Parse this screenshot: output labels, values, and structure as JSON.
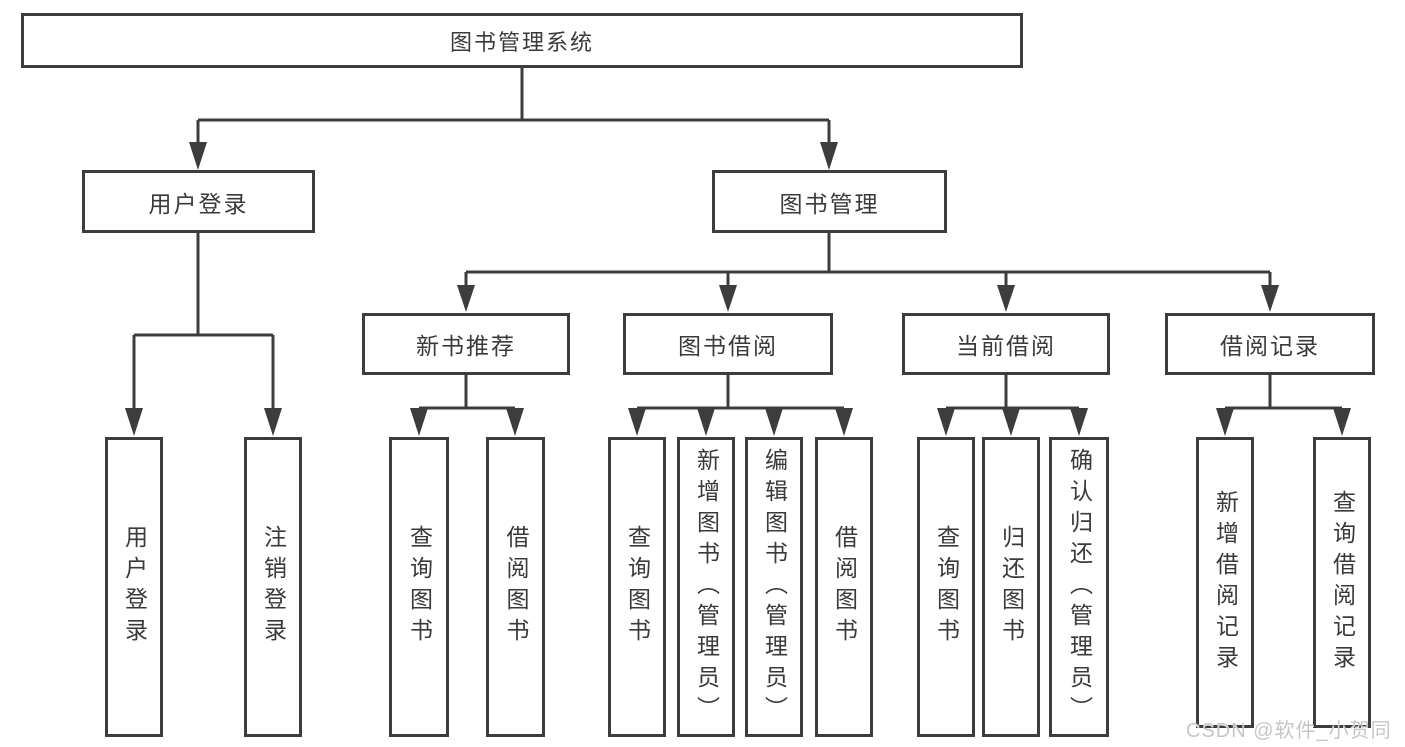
{
  "diagram": {
    "root": {
      "label": "图书管理系统"
    },
    "branches": [
      {
        "label": "用户登录",
        "children": [
          "用户登录",
          "注销登录"
        ]
      },
      {
        "label": "图书管理",
        "sections": [
          {
            "label": "新书推荐",
            "children": [
              "查询图书",
              "借阅图书"
            ]
          },
          {
            "label": "图书借阅",
            "children": [
              "查询图书",
              "新增图书（管理员）",
              "编辑图书（管理员）",
              "借阅图书"
            ]
          },
          {
            "label": "当前借阅",
            "children": [
              "查询图书",
              "归还图书",
              "确认归还（管理员）"
            ]
          },
          {
            "label": "借阅记录",
            "children": [
              "新增借阅记录",
              "查询借阅记录"
            ]
          }
        ]
      }
    ]
  },
  "watermark": "CSDN @软件_小贺同学",
  "colors": {
    "line": "#3d3d3d",
    "text": "#3a3a3a",
    "watermark": "#c6c6c6",
    "background": "#ffffff"
  }
}
